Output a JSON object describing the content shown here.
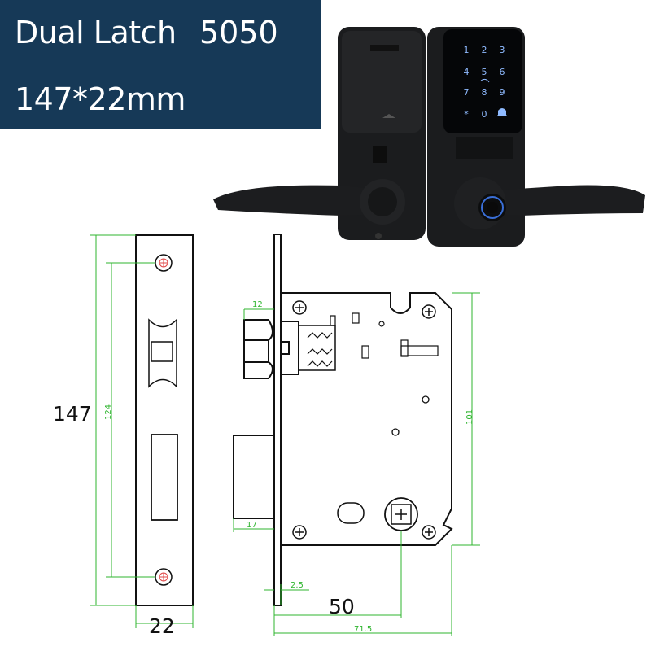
{
  "banner": {
    "title": "Dual Latch",
    "model": "5050",
    "size": "147*22mm",
    "background": "#163957"
  },
  "keypad": {
    "keys": [
      "1",
      "2",
      "3",
      "4",
      "5",
      "6",
      "7",
      "8",
      "9",
      "*",
      "0",
      "bell"
    ],
    "glow_color": "#6fa8ff"
  },
  "dimensions": {
    "faceplate_height": "147",
    "hole_spacing": "124",
    "faceplate_width": "22",
    "latch_projection": "12",
    "deadbolt_projection": "17",
    "case_height": "101",
    "plate_thickness": "2.5",
    "backset": "50",
    "total_depth": "71.5"
  },
  "colors": {
    "dimension_line": "#2fb52f",
    "drawing_line": "#111111"
  }
}
